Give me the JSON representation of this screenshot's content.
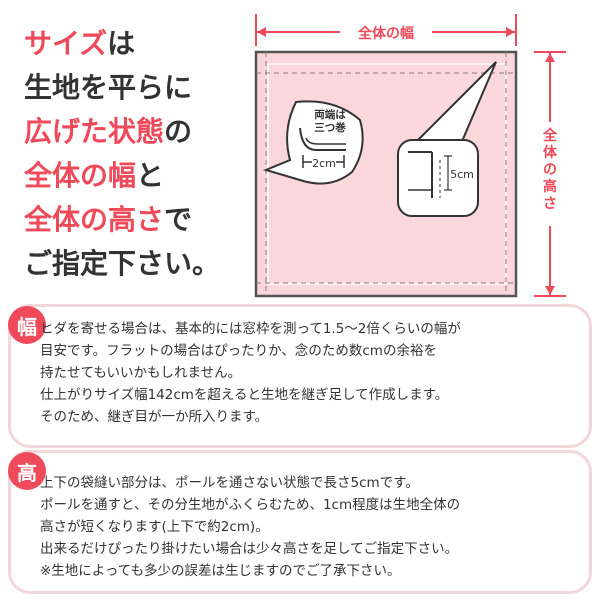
{
  "heading": {
    "lines": [
      [
        {
          "t": "サイズ",
          "hl": true
        },
        {
          "t": "は",
          "hl": false
        }
      ],
      [
        {
          "t": "生地を平らに",
          "hl": false
        }
      ],
      [
        {
          "t": "広げた状態",
          "hl": true
        },
        {
          "t": "の",
          "hl": false
        }
      ],
      [
        {
          "t": "全体の幅",
          "hl": true
        },
        {
          "t": "と",
          "hl": false
        }
      ],
      [
        {
          "t": "全体の高さ",
          "hl": true
        },
        {
          "t": "で",
          "hl": false
        }
      ],
      [
        {
          "t": "ご指定下さい。",
          "hl": false
        }
      ]
    ]
  },
  "diagram": {
    "width_label": "全体の幅",
    "height_label": "全体の高さ",
    "hem_label": "両端は三つ巻",
    "hem_label_line1": "両端は",
    "hem_label_line2": "三つ巻",
    "hem_size": "2cm",
    "pocket_size": "5cm"
  },
  "section_width": {
    "badge": "幅",
    "lines": [
      "ヒダを寄せる場合は、基本的には窓枠を測って1.5〜2倍くらいの幅が",
      "目安です。フラットの場合はぴったりか、念のため数cmの余裕を",
      "持たせてもいいかもしれません。",
      "仕上がりサイズ幅142cmを超えると生地を継ぎ足して作成します。",
      "そのため、継ぎ目が一か所入ります。"
    ]
  },
  "section_height": {
    "badge": "高",
    "lines": [
      "上下の袋縫い部分は、ポールを通さない状態で長さ5cmです。",
      "ポールを通すと、その分生地がふくらむため、1cm程度は生地全体の",
      "高さが短くなります(上下で約2cm)。",
      "出来るだけぴったり掛けたい場合は少々高さを足してご指定下さい。",
      "※生地によっても多少の誤差は生じますのでご了承下さい。"
    ]
  },
  "colors": {
    "accent": "#ef4a5a",
    "fabric": "#f9d7da",
    "text": "#333333"
  }
}
